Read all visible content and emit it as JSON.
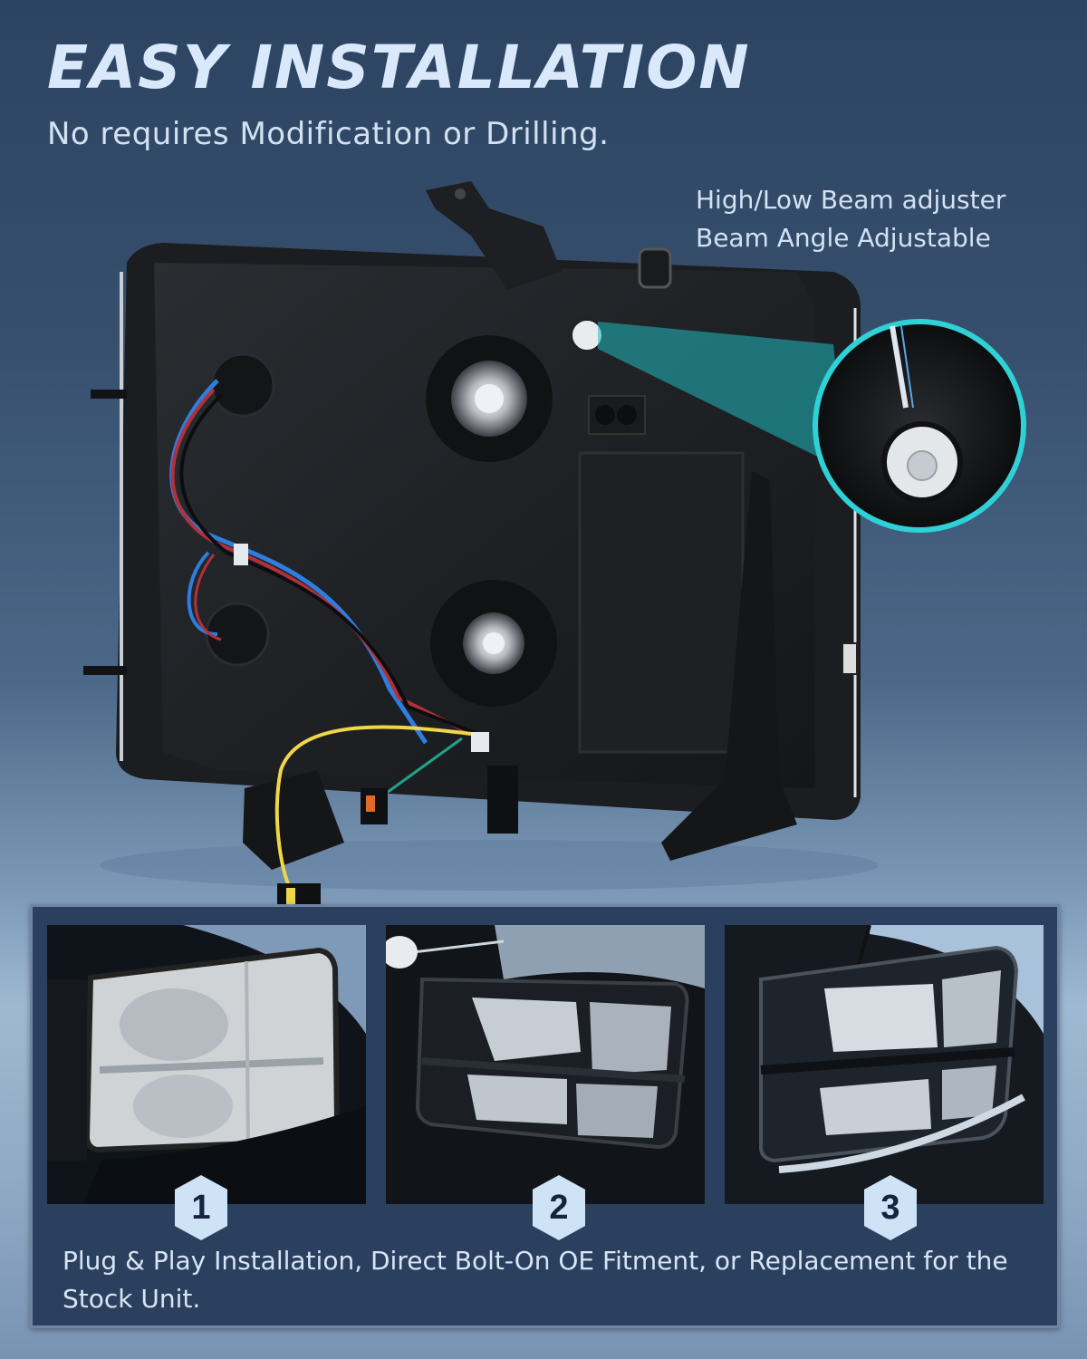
{
  "hero": {
    "title": "EASY INSTALLATION",
    "subtitle": "No requires Modification or Drilling."
  },
  "callout": {
    "line1": "High/Low Beam adjuster",
    "line2": "Beam Angle Adjustable",
    "accent_color": "#2fd1d6"
  },
  "product": {
    "description": "Rear view of black headlight housing with wiring harness, connectors, and beam adjuster screw magnified"
  },
  "steps": {
    "items": [
      {
        "number": "1",
        "label": "Stock faded headlight on truck"
      },
      {
        "number": "2",
        "label": "Installing new black headlight with screwdriver"
      },
      {
        "number": "3",
        "label": "New black headlight installed"
      }
    ],
    "caption": "Plug & Play Installation, Direct Bolt-On OE Fitment, or Replacement for the Stock Unit."
  },
  "colors": {
    "background_top": "#2c4462",
    "background_bottom": "#9fb9d2",
    "title_text": "#d9e8fa",
    "panel_bg": "#2a405e",
    "panel_border": "#6f86a3",
    "badge_bg": "#cfe3f7",
    "badge_text": "#14253d"
  }
}
